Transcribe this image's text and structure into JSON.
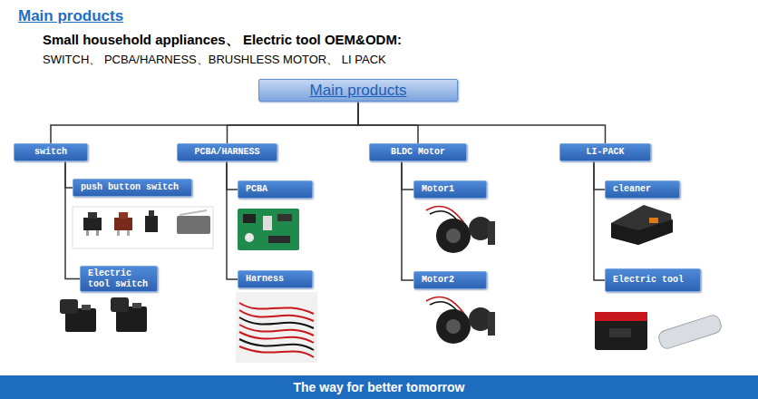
{
  "diagram": {
    "title": "Main products",
    "nodes": [
      {
        "text": [
          "Main products"
        ]
      },
      {
        "text": [
          "switch"
        ]
      },
      {
        "text": [
          "push button switch"
        ]
      },
      {
        "text": [
          "Electric tool switch"
        ]
      },
      {
        "text": [
          "PCBA/HARNESS"
        ]
      },
      {
        "text": [
          "PCBA"
        ]
      },
      {
        "text": [
          "Harness"
        ]
      },
      {
        "text": [
          "BLDC Motor"
        ]
      },
      {
        "text": [
          "Motor1"
        ]
      },
      {
        "text": [
          "Motor2"
        ]
      },
      {
        "text": [
          "LI-PACK"
        ]
      },
      {
        "text": [
          "cleaner"
        ]
      },
      {
        "text": [
          "Electric tool"
        ]
      },
      {
        "text": [
          "The way for better tomorrow"
        ]
      }
    ],
    "edges": [
      {
        "from": 0,
        "to": 1,
        "arrow": "none"
      },
      {
        "from": 0,
        "to": 4,
        "arrow": "none"
      },
      {
        "from": 0,
        "to": 7,
        "arrow": "none"
      },
      {
        "from": 0,
        "to": 10,
        "arrow": "none"
      },
      {
        "from": 1,
        "to": 2,
        "arrow": "none"
      },
      {
        "from": 1,
        "to": 3,
        "arrow": "none"
      },
      {
        "from": 4,
        "to": 5,
        "arrow": "none"
      },
      {
        "from": 4,
        "to": 6,
        "arrow": "none"
      },
      {
        "from": 7,
        "to": 8,
        "arrow": "none"
      },
      {
        "from": 7,
        "to": 9,
        "arrow": "none"
      },
      {
        "from": 10,
        "to": 11,
        "arrow": "none"
      },
      {
        "from": 10,
        "to": 12,
        "arrow": "none"
      }
    ],
    "labels": [
      "Small household appliances、 Electric tool OEM&ODM:",
      "SWITCH、 PCBA/HARNESS、BRUSHLESS MOTOR、 LI PACK"
    ]
  }
}
